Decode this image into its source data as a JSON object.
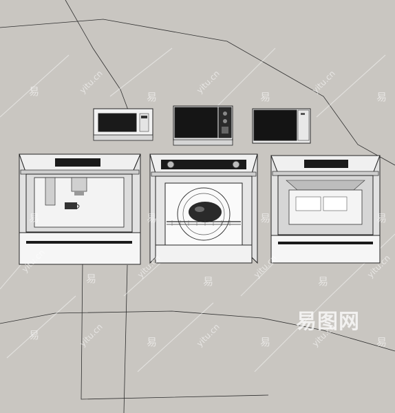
{
  "watermark": {
    "glyph": "易",
    "domain": "yitu.cn",
    "logo_text": "易图网"
  },
  "scene": {
    "appliances": [
      {
        "kind": "microwave-white",
        "icon": "microwave-icon"
      },
      {
        "kind": "microwave-black-panel",
        "icon": "microwave-icon"
      },
      {
        "kind": "microwave-black-compact",
        "icon": "microwave-icon"
      },
      {
        "kind": "coffee-machine-built-in",
        "icon": "coffee-machine-icon"
      },
      {
        "kind": "oven-built-in",
        "icon": "oven-icon"
      },
      {
        "kind": "steam-oven-built-in",
        "icon": "oven-icon"
      }
    ],
    "colors": {
      "background": "#c9c6c1",
      "appliance_body": "#f4f4f4",
      "outline": "#222222",
      "dark_panel": "#1a1a1a"
    }
  }
}
